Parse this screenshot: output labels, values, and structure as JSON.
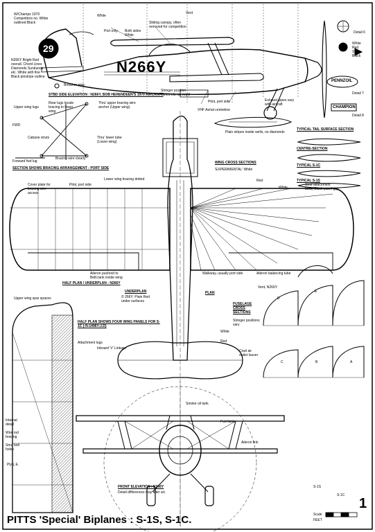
{
  "title": {
    "main": "PITTS 'Special' Biplanes : S-1S, S-1C.",
    "sheet_number": "1",
    "scale_label": "Scale",
    "scale_value": "FEET"
  },
  "side_elevation": {
    "caption": "STBD SIDE ELEVATION : N266Y, BOB HERENDEEN'S 1970 AIRCRAFT",
    "registration": "N266Y",
    "race_number": "29",
    "callouts": {
      "stars_note": "W/Champs 1970 Competitors no. White outlined Black",
      "stripe_note": "N266Y Bright Red overall. Chord Lines Diamonds Sunbursts etc. White with fine Black pinstripe outline",
      "white": "White",
      "port_only": "Port only",
      "both_sides": "Both sides White",
      "sliding_canopy": "Sliding canopy, often removed for competition",
      "vent": "Vent",
      "breather": "Breather pipe",
      "stringer": "Stringer position varies etc. as req'd",
      "pitot": "Pitot, port side",
      "vhf_aerial": "VHF Aerial centreline",
      "exhaust": "Exhaust pipes vary with aircraft",
      "plain_stripes": "Plain stripes inside wells, no diamonds",
      "black": "Black",
      "red": "Red"
    }
  },
  "details": {
    "detail_6": "Detail 6",
    "detail_7": "Detail 7",
    "detail_8": "Detail 8",
    "pennzoil": "PENNZOIL",
    "champion": "CHAMPION",
    "colors": [
      "White",
      "Red",
      "Sun",
      "Black"
    ]
  },
  "bracing": {
    "caption": "SECTION SHOWS BRACING ARRANGEMENT : PORT SIDE",
    "upper_lugs": "Upper wing lugs",
    "rear_lugs": "Rear lugs locate bracing to lower wing",
    "upper_tube": "Thru' upper bracing wire anchor (Upper wing)",
    "lower_tube": "Thru' lower tube (Lower wing)",
    "cabane": "Cabane struts",
    "bracing_wire": "Bracing wire clearly",
    "forward_lug": "Forward fwd lug",
    "fwd": "FWD"
  },
  "tail_sections": {
    "typical": "TYPICAL TAIL SURFACE SECTION",
    "centre": "CENTRE-SECTION",
    "typical_s1c": "TYPICAL S-1C",
    "typical_s1s": "TYPICAL S-1S"
  },
  "plan_view": {
    "caption": "HALF PLAN / UNDERPLAN : N266Y",
    "wing_sections": "WING CROSS SECTIONS",
    "experimental": "'EXPERIMENTAL' White",
    "red": "Red",
    "white": "White",
    "cover_plate": "Cover plate for bracing wire access",
    "pitot": "Pitot, port side",
    "lower_bracing": "Lower wing bracing dotted",
    "strut_attach": "Strut attachment bolts, Black panel gap",
    "aileron_pushrod": "Aileron pushrod to Bellcrank inside wing",
    "walkway": "Walkway, usually port side",
    "aileron_tab": "Aileron balancing tube",
    "underplan": "UNDERPLAN",
    "underplan_note": "© 266Y: Plain Red under surfaces",
    "plan": "PLAN",
    "half_plan_s1c": "HALF PLAN SHOWS FOUR WING PANELS FOR S-1C (-N-1496Y:J.D)",
    "upper_spaces": "Upper wing spar spaces",
    "attachment": "Attachment lugs",
    "inboard_v": "Inboard 'V' Linkage"
  },
  "fuselage_sections": {
    "title": "FUSELAGE CROSS SECTIONS",
    "vent_note": "Vent, N266Y",
    "stringer": "Stringer positions vary",
    "cowl_air": "Cowl air outlet louver",
    "white": "White",
    "red": "Red",
    "letters": [
      "A",
      "B",
      "C",
      "D",
      "E"
    ]
  },
  "front_elevation": {
    "caption": "FRONT ELEVATION : N266Y",
    "caption2": "Detail differences may alter a/c",
    "smoke": "Smoke oil tank",
    "fuel_tank": "Fuel tank",
    "aileron_link": "Aileron link",
    "internal": "Internal detail",
    "wire_rod": "Wire rod bracing",
    "strut_bolt": "Strut bolt holes",
    "ply_le": "Ply L.E.",
    "s1s": "S-1S",
    "s1c": "S-1C"
  }
}
